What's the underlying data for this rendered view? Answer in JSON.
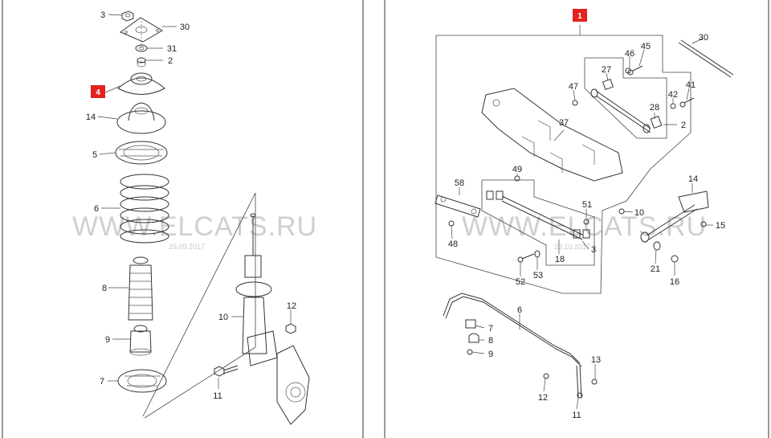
{
  "colors": {
    "callout_fill": "#e3221f",
    "line": "#333333",
    "watermark": "#cfcfcf"
  },
  "left_panel": {
    "watermark": "WWW.ELCATS.RU",
    "watermark_date": "25.09.2017",
    "callout": "4",
    "labels": [
      "3",
      "30",
      "31",
      "2",
      "14",
      "5",
      "6",
      "8",
      "9",
      "7",
      "10",
      "11",
      "12"
    ]
  },
  "right_panel": {
    "watermark": "WWW.ELCATS.RU",
    "watermark_date": "23.10.2017",
    "callout": "1",
    "labels": [
      "30",
      "45",
      "46",
      "27",
      "41",
      "47",
      "42",
      "28",
      "2",
      "37",
      "49",
      "58",
      "14",
      "51",
      "10",
      "15",
      "48",
      "18",
      "3",
      "21",
      "53",
      "52",
      "16",
      "6",
      "7",
      "8",
      "9",
      "13",
      "12",
      "11"
    ]
  }
}
